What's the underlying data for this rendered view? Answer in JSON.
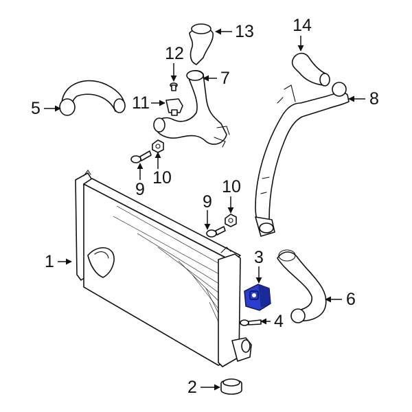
{
  "diagram": {
    "highlight_color": "#2a3ecf",
    "callouts": [
      {
        "id": "c1",
        "label": "1"
      },
      {
        "id": "c2",
        "label": "2"
      },
      {
        "id": "c3",
        "label": "3"
      },
      {
        "id": "c4",
        "label": "4"
      },
      {
        "id": "c5",
        "label": "5"
      },
      {
        "id": "c6",
        "label": "6"
      },
      {
        "id": "c7",
        "label": "7"
      },
      {
        "id": "c8",
        "label": "8"
      },
      {
        "id": "c9a",
        "label": "9"
      },
      {
        "id": "c9b",
        "label": "9"
      },
      {
        "id": "c10a",
        "label": "10"
      },
      {
        "id": "c10b",
        "label": "10"
      },
      {
        "id": "c11",
        "label": "11"
      },
      {
        "id": "c12",
        "label": "12"
      },
      {
        "id": "c13",
        "label": "13"
      },
      {
        "id": "c14",
        "label": "14"
      }
    ]
  }
}
